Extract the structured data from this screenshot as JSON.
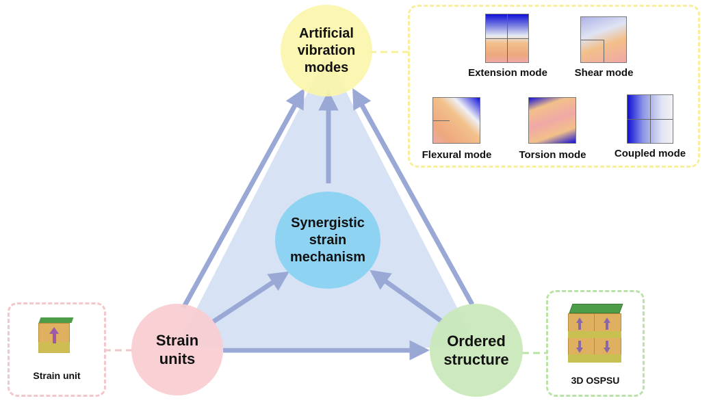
{
  "nodes": {
    "top": {
      "label": "Artificial\nvibration\nmodes",
      "color": "#fbf5a8"
    },
    "center": {
      "label": "Synergistic\nstrain\nmechanism",
      "color": "#8fd3f2"
    },
    "left": {
      "label": "Strain\nunits",
      "color": "#f8cdd0"
    },
    "right": {
      "label": "Ordered\nstructure",
      "color": "#c9e8b9"
    }
  },
  "colors": {
    "triangle_fill": "#d7e3f4",
    "arrow": "#9aa8d6",
    "panel_yellow": "#f8ef9a",
    "panel_pink": "#f3c6c9",
    "panel_green": "#b9e3a6"
  },
  "panels": {
    "modes": {
      "items": [
        {
          "label": "Extension mode"
        },
        {
          "label": "Shear mode"
        },
        {
          "label": "Flexural mode"
        },
        {
          "label": "Torsion mode"
        },
        {
          "label": "Coupled mode"
        }
      ]
    },
    "strain_unit": {
      "label": "Strain unit"
    },
    "ospsu": {
      "label": "3D OSPSU"
    }
  }
}
